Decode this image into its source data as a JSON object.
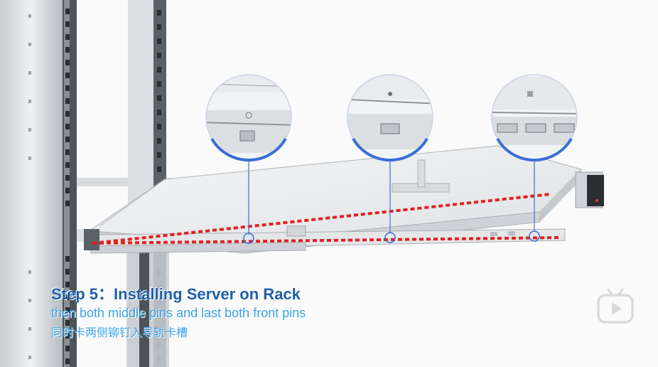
{
  "caption": {
    "title": "Step 5：Installing Server on Rack",
    "subtitle_en": "then both middle pins and last both front pins",
    "subtitle_zh": "同时卡两侧铆钉入导轨卡槽"
  },
  "watermark": {
    "icon": "play-logo-icon"
  },
  "colors": {
    "title": "#1f5fa8",
    "subtitle": "#3aa3e6",
    "guide_line": "#e02020",
    "callout": "#3b6fd6",
    "rack_post": "#6e757a",
    "server_body": "#e6e8ea"
  }
}
